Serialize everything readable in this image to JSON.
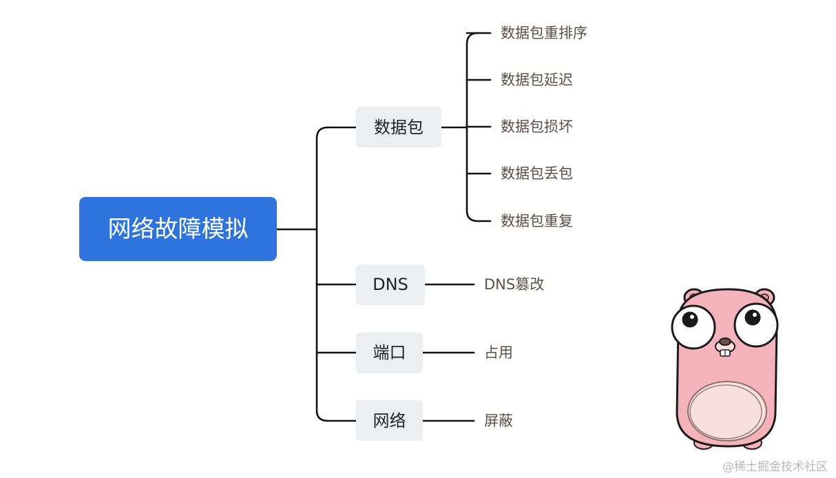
{
  "mindmap": {
    "root": "网络故障模拟",
    "branches": [
      {
        "label": "数据包",
        "children": [
          "数据包重排序",
          "数据包延迟",
          "数据包损坏",
          "数据包丢包",
          "数据包重复"
        ]
      },
      {
        "label": "DNS",
        "children": [
          "DNS篡改"
        ]
      },
      {
        "label": "端口",
        "children": [
          "占用"
        ]
      },
      {
        "label": "网络",
        "children": [
          "屏蔽"
        ]
      }
    ]
  },
  "watermark": "@稀土掘金技术社区",
  "colors": {
    "root_bg": "#2f74dc",
    "root_text": "#ffffff",
    "branch_bg": "#eceef1",
    "branch_text": "#222222",
    "leaf_text": "#5a4e48",
    "line": "#111111",
    "mascot_body": "#f4b3bb",
    "mascot_belly": "#f9e0dc"
  },
  "icons": {
    "mascot": "gopher-mascot-icon"
  }
}
